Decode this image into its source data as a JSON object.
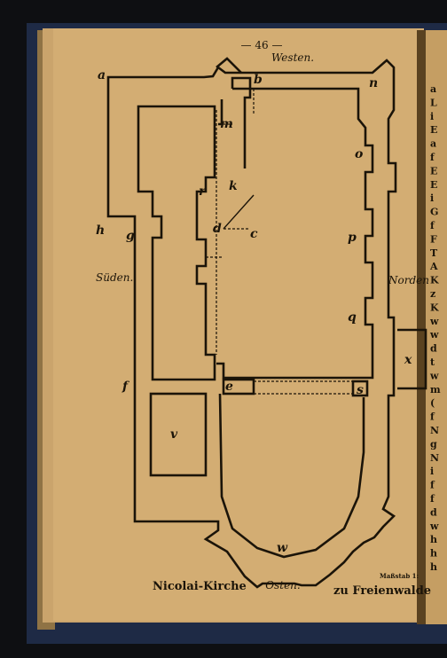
{
  "page_number": "— 46 —",
  "compass": {
    "west": "Westen.",
    "south": "Süden.",
    "north": "Norden",
    "east": "Osten."
  },
  "plan_labels": {
    "a": "a",
    "b": "b",
    "c": "c",
    "d": "d",
    "e": "e",
    "f": "f",
    "g": "g",
    "h": "h",
    "k": "k",
    "m": "m",
    "n": "n",
    "o": "o",
    "p": "p",
    "q": "q",
    "r": "r",
    "s": "s",
    "v": "v",
    "w": "w",
    "x": "x"
  },
  "caption_left": "Nicolai-Kirche",
  "caption_right": "zu Freienwalde",
  "scale_note": "Maßstab 1:",
  "right_page_margin": [
    "a",
    "L",
    "i",
    "E",
    "a",
    "f",
    "E",
    "E",
    "i",
    "G",
    "f",
    "F",
    "T",
    "A",
    "K",
    "z",
    "K",
    "w",
    "w",
    "d",
    "t",
    "w",
    "m",
    "(",
    "f",
    "N",
    "g",
    "N",
    "i",
    "f",
    "f",
    "d",
    "w",
    "h",
    "h",
    "h"
  ]
}
